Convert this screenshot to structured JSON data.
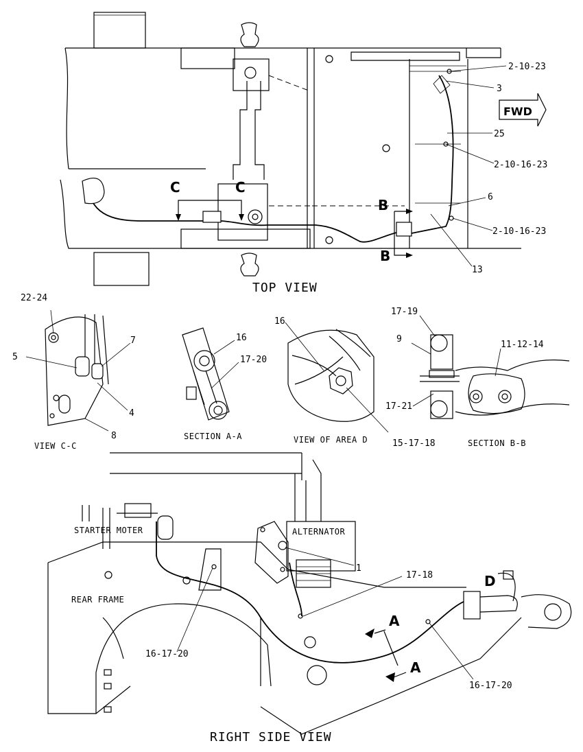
{
  "views": {
    "top_view": "TOP VIEW",
    "view_cc": "VIEW C-C",
    "section_aa": "SECTION A-A",
    "view_area_d": "VIEW OF AREA D",
    "section_bb": "SECTION B-B",
    "right_side_view": "RIGHT SIDE VIEW"
  },
  "components": {
    "starter_motor": "STARTER MOTER",
    "alternator": "ALTERNATOR",
    "rear_frame": "REAR FRAME"
  },
  "direction": {
    "fwd": "FWD"
  },
  "section_markers": {
    "c1": "C",
    "c2": "C",
    "b1": "B",
    "b2": "B",
    "a1": "A",
    "a2": "A",
    "d": "D"
  },
  "callouts": {
    "top": [
      "2-10-23",
      "3",
      "25",
      "2-10-16-23",
      "6",
      "2-10-16-23",
      "13"
    ],
    "view_cc": [
      "22-24",
      "5",
      "7",
      "4",
      "8"
    ],
    "section_aa": [
      "16",
      "17-20"
    ],
    "area_d": [
      "16",
      "15-17-18"
    ],
    "section_bb": [
      "17-19",
      "9",
      "11-12-14",
      "17-21"
    ],
    "side": [
      "1",
      "17-18",
      "16-17-20",
      "16-17-20"
    ]
  }
}
